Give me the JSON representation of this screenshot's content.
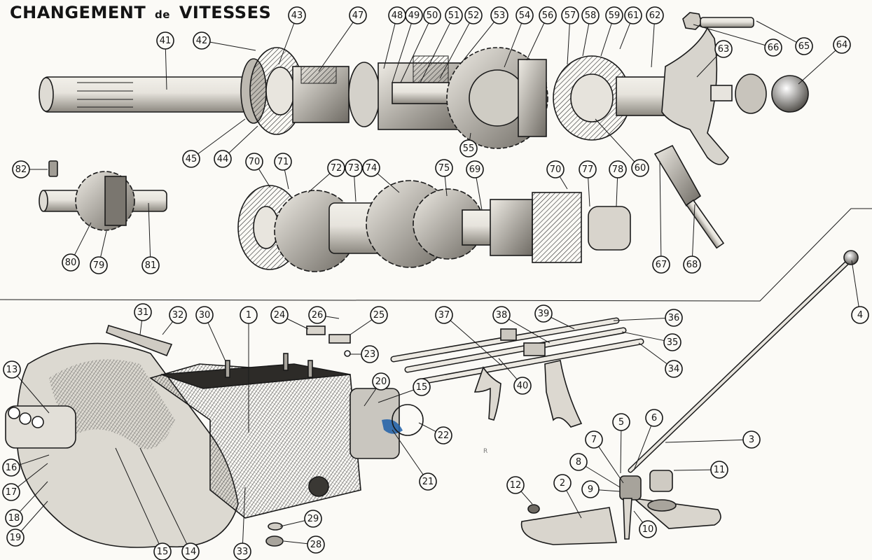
{
  "title": {
    "main": "CHANGEMENT",
    "connector": "de",
    "end": "VITESSES"
  },
  "colors": {
    "paper": "#fbfaf6",
    "ink": "#161616",
    "shade": "#7d7a74",
    "metal": "#d9d6cf",
    "dark_metal": "#55524d",
    "blue_mark": "#1f5fa8"
  },
  "sections": {
    "main_shaft": {
      "callouts": [
        "41",
        "42",
        "43",
        "47",
        "48",
        "49",
        "50",
        "51",
        "52",
        "53",
        "54",
        "56",
        "57",
        "58",
        "59",
        "61",
        "62",
        "63",
        "64",
        "65",
        "66",
        "45",
        "44",
        "55",
        "60"
      ]
    },
    "reverse_shaft": {
      "callouts": [
        "82",
        "80",
        "79",
        "81"
      ]
    },
    "layshaft": {
      "callouts": [
        "70",
        "71",
        "72",
        "73",
        "74",
        "75",
        "69",
        "70",
        "77",
        "78"
      ]
    },
    "speedo_drive": {
      "callouts": [
        "67",
        "68"
      ]
    },
    "gearbox_case": {
      "callouts": [
        "31",
        "32",
        "30",
        "1",
        "24",
        "26",
        "25",
        "23",
        "13",
        "20",
        "15",
        "22",
        "21",
        "16",
        "17",
        "18",
        "19",
        "15",
        "14",
        "33",
        "29",
        "28"
      ]
    },
    "selector_rods": {
      "callouts": [
        "37",
        "38",
        "39",
        "36",
        "35",
        "34",
        "40"
      ]
    },
    "gear_lever": {
      "callouts": [
        "4",
        "3",
        "5",
        "6",
        "7",
        "8",
        "9",
        "10",
        "11",
        "12",
        "2"
      ]
    }
  },
  "watermark": "R"
}
